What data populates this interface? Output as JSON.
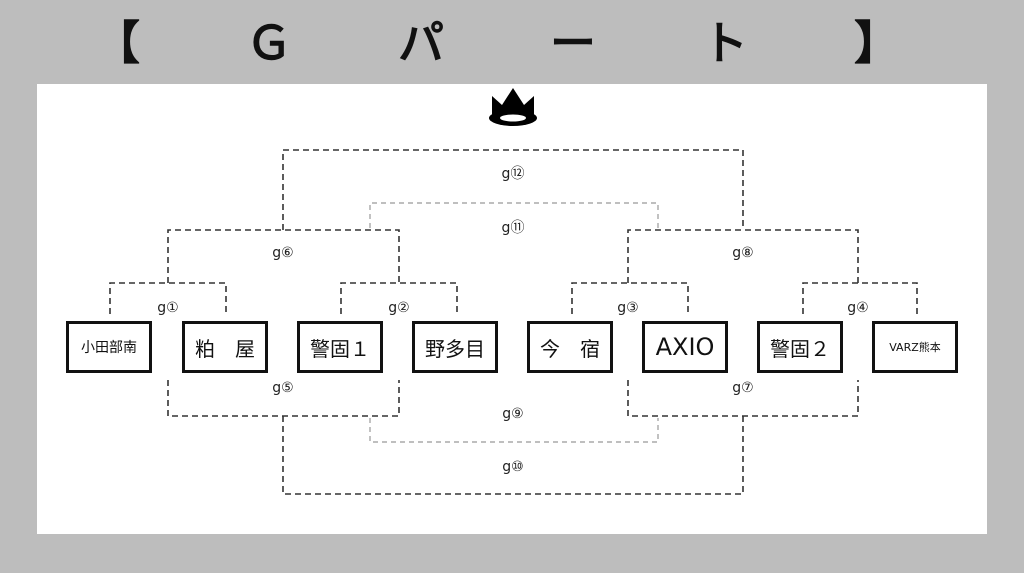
{
  "title": "【　Ｇ　パ　ー　ト　】",
  "teams": [
    {
      "name": "小田部南"
    },
    {
      "name": "粕　屋"
    },
    {
      "name": "警固１"
    },
    {
      "name": "野多目"
    },
    {
      "name": "今　宿"
    },
    {
      "name": "AXIO"
    },
    {
      "name": "警固２"
    },
    {
      "name": "VARZ熊本"
    }
  ],
  "games": {
    "g1": "g①",
    "g2": "g②",
    "g3": "g③",
    "g4": "g④",
    "g5": "g⑤",
    "g6": "g⑥",
    "g7": "g⑦",
    "g8": "g⑧",
    "g9": "g⑨",
    "g10": "g⑩",
    "g11": "g⑪",
    "g12": "g⑫"
  },
  "colors": {
    "line": "#333333",
    "faint_line": "#999999",
    "frame": "#bdbdbd"
  },
  "icons": {
    "winner": "crown-icon"
  }
}
